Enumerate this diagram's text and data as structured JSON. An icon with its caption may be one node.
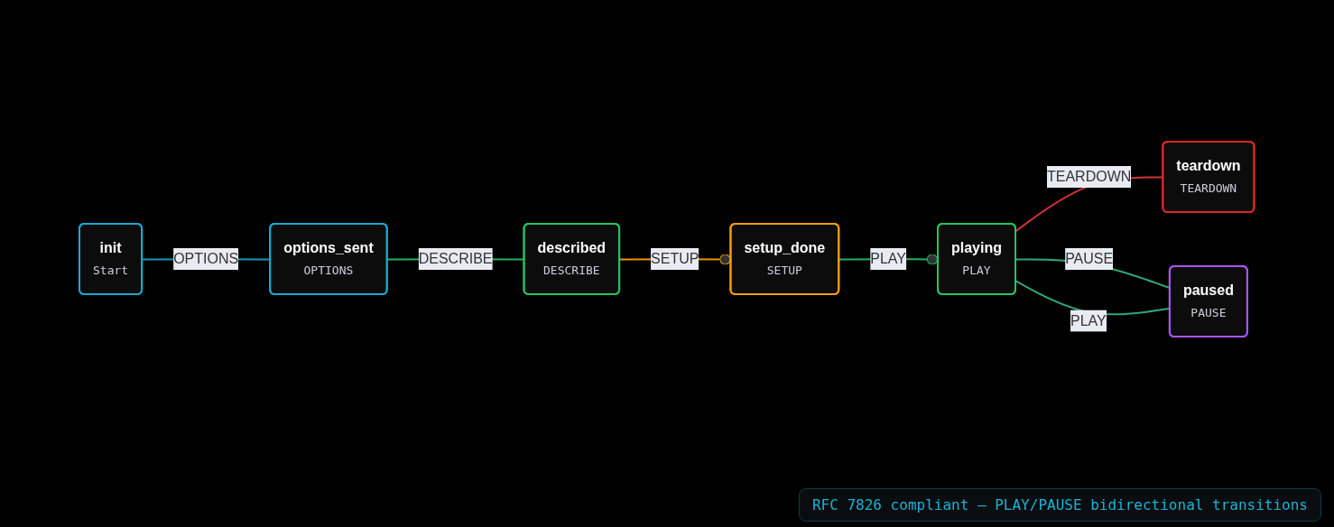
{
  "diagram": {
    "caption": "RFC 7826 compliant — PLAY/PAUSE bidirectional transitions",
    "nodes": [
      {
        "text": [
          "init",
          "Start"
        ]
      },
      {
        "text": [
          "options_sent",
          "OPTIONS"
        ]
      },
      {
        "text": [
          "described",
          "DESCRIBE"
        ]
      },
      {
        "text": [
          "setup_done",
          "SETUP"
        ]
      },
      {
        "text": [
          "playing",
          "PLAY"
        ]
      },
      {
        "text": [
          "teardown",
          "TEARDOWN"
        ]
      },
      {
        "text": [
          "paused",
          "PAUSE"
        ]
      }
    ],
    "edges": [
      {
        "from": 0,
        "to": 1,
        "arrow": "none",
        "label": "OPTIONS",
        "color": "#1497b8"
      },
      {
        "from": 1,
        "to": 2,
        "arrow": "none",
        "label": "DESCRIBE",
        "color": "#22b05a"
      },
      {
        "from": 2,
        "to": 3,
        "arrow": "other",
        "label": "SETUP",
        "color": "#e8930c"
      },
      {
        "from": 3,
        "to": 4,
        "arrow": "other",
        "label": "PLAY",
        "color": "#22b05a"
      },
      {
        "from": 4,
        "to": 5,
        "arrow": "none",
        "label": "TEARDOWN",
        "color": "#d13438"
      },
      {
        "from": 4,
        "to": 6,
        "arrow": "none",
        "label": "PAUSE",
        "color": "#2fa779"
      },
      {
        "from": 6,
        "to": 4,
        "arrow": "none",
        "label": "PLAY",
        "color": "#2fa779"
      }
    ]
  }
}
